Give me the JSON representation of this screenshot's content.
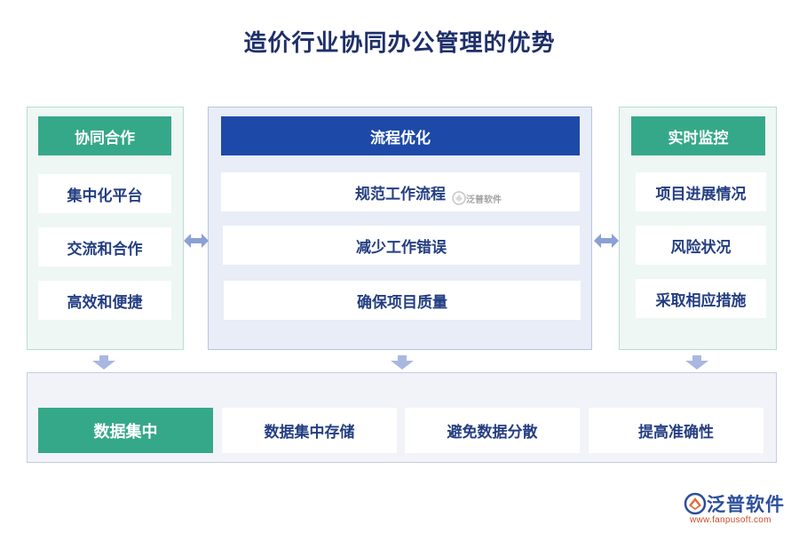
{
  "title": "造价行业协同办公管理的优势",
  "left": {
    "heading": "协同合作",
    "items": [
      "集中化平台",
      "交流和合作",
      "高效和便捷"
    ]
  },
  "center": {
    "heading": "流程优化",
    "items": [
      "规范工作流程",
      "减少工作错误",
      "确保项目质量"
    ]
  },
  "right": {
    "heading": "实时监控",
    "items": [
      "项目进展情况",
      "风险状况",
      "采取相应措施"
    ]
  },
  "bottom": {
    "heading": "数据集中",
    "items": [
      "数据集中存储",
      "避免数据分散",
      "提高准确性"
    ]
  },
  "watermark": {
    "text": "泛普软件"
  },
  "logo": {
    "name": "泛普软件",
    "url": "www.fanpusoft.com"
  },
  "colors": {
    "green": "#36a88a",
    "blue": "#1d4aa8",
    "arrow": "#8ba0d4"
  }
}
